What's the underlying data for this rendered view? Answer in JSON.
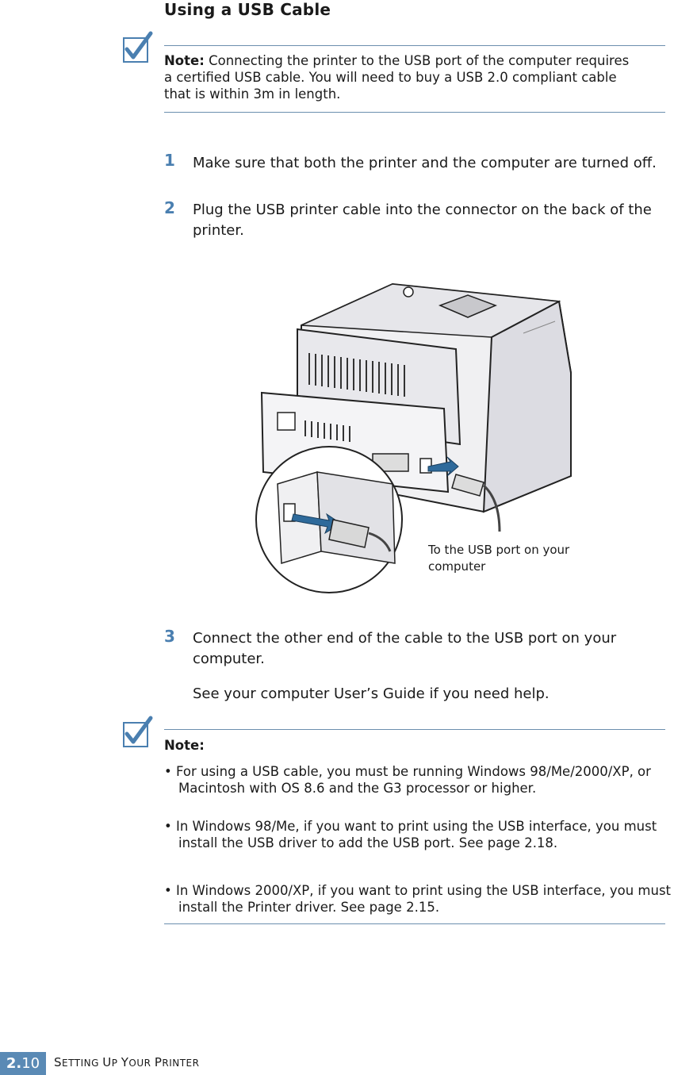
{
  "heading": "Using a USB Cable",
  "note1": {
    "label": "Note:",
    "text": " Connecting the printer to the USB port of the computer requires a certified USB cable. You will need to buy a USB 2.0 compliant cable that is within 3m in length."
  },
  "steps": [
    {
      "num": "1",
      "text": "Make sure that both the printer and the computer are turned off."
    },
    {
      "num": "2",
      "text": "Plug the USB printer cable into the connector on the back of the printer."
    },
    {
      "num": "3",
      "text": "Connect the other end of the cable to the USB port on your computer."
    }
  ],
  "step3_extra": "See your computer User’s Guide if you need help.",
  "figure": {
    "callout": "To the USB port on your computer"
  },
  "note2": {
    "label": "Note:",
    "bullets": [
      "• For using a USB cable, you must be running Windows 98/Me/2000/XP, or Macintosh with OS 8.6 and the G3 processor or higher.",
      "• In Windows 98/Me, if you want to print using the USB interface, you must install the USB driver to add the USB port. See page 2.18.",
      "• In Windows 2000/XP, if you want to print using the USB interface, you must install the Printer driver. See page 2.15."
    ]
  },
  "footer": {
    "chapter": "2.",
    "page": "10",
    "title_S": "S",
    "title_1": "ETTING ",
    "title_U": "U",
    "title_2": "P ",
    "title_Y": "Y",
    "title_3": "OUR ",
    "title_P": "P",
    "title_4": "RINTER"
  },
  "colors": {
    "accent": "#5a8ab5",
    "rule": "#6b8fae",
    "check": "#4a7fb0"
  },
  "icons": [
    "checkmark-icon",
    "printer-illustration"
  ]
}
